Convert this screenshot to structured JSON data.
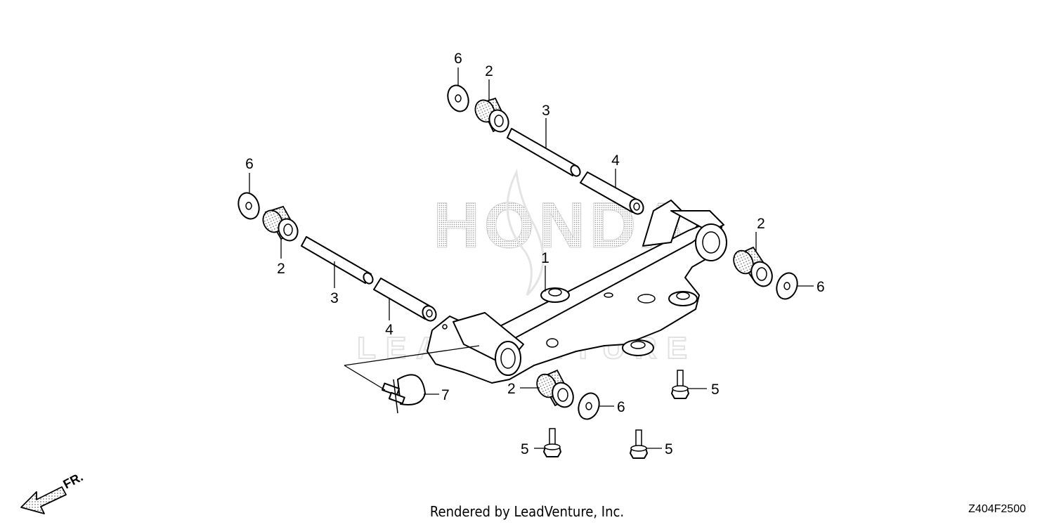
{
  "diagram": {
    "callouts": [
      "1",
      "2",
      "3",
      "4",
      "5",
      "6",
      "7",
      "FR."
    ],
    "watermark_brand": "HONDA",
    "watermark_sub": "LEADVENTURE"
  },
  "footer": {
    "credit": "Rendered by LeadVenture, Inc.",
    "ref_code": "Z404F2500"
  }
}
